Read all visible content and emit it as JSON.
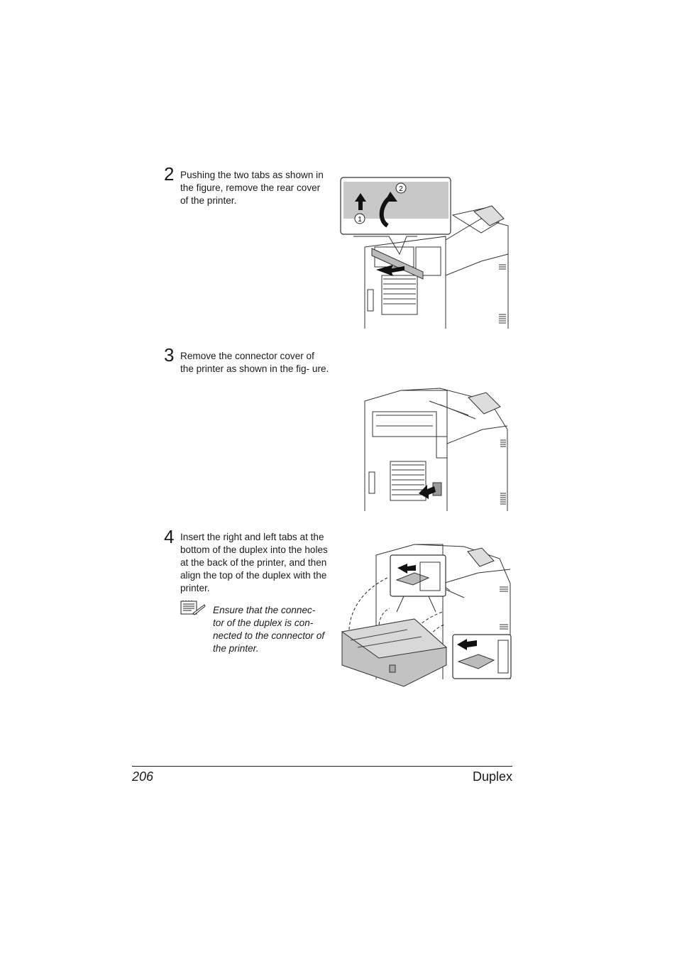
{
  "steps": [
    {
      "number": "2",
      "text": "Pushing the two tabs as shown in the figure, remove the rear cover of the printer.",
      "callouts": [
        "1",
        "2"
      ]
    },
    {
      "number": "3",
      "text": "Remove the connector cover of the printer as shown in the fig- ure."
    },
    {
      "number": "4",
      "text": "Insert the right and left tabs at the bottom of the duplex into the holes at the back of the printer, and then align the top of the duplex with the printer.",
      "note": "Ensure that the connec- tor of the duplex is con- nected to the connector of the printer."
    }
  ],
  "icons": {
    "note": "note-pad-icon"
  },
  "footer": {
    "page_number": "206",
    "section": "Duplex"
  }
}
